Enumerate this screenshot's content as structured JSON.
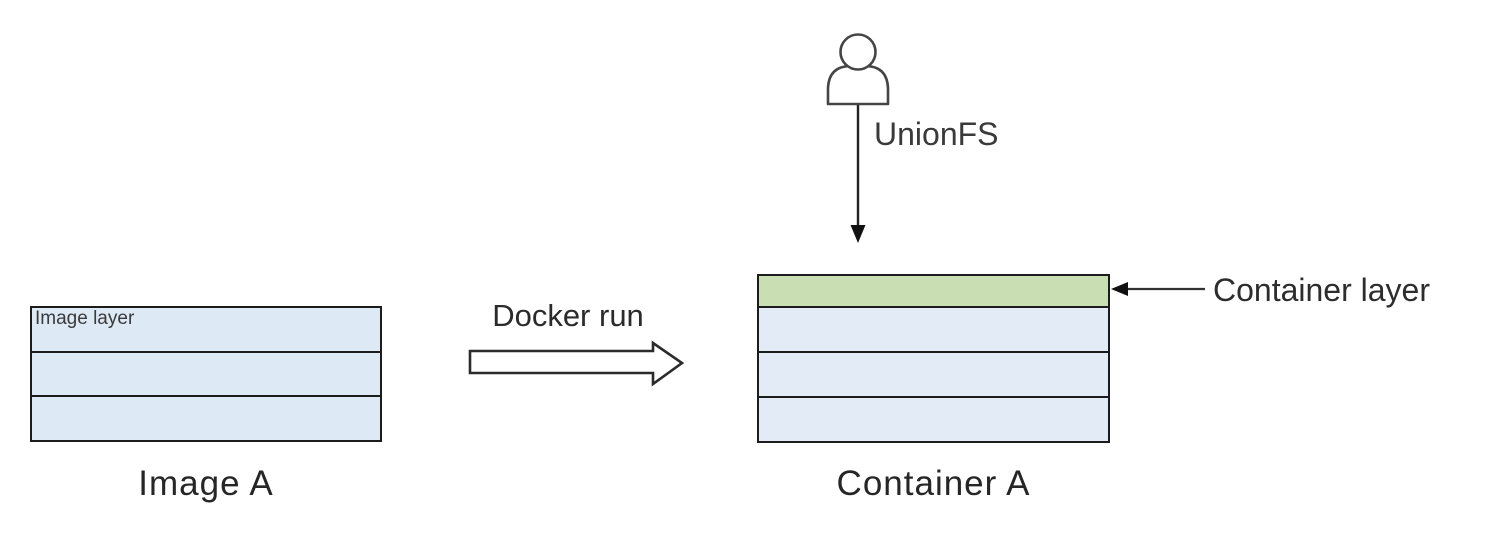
{
  "labels": {
    "unionfs": "UnionFS",
    "docker_run": "Docker run",
    "container_layer": "Container layer"
  },
  "image_stack": {
    "caption": "Image A",
    "layers": [
      {
        "label": "Image layer",
        "fill": "#dde9f5"
      },
      {
        "label": "",
        "fill": "#dde9f5"
      },
      {
        "label": "",
        "fill": "#dde9f5"
      }
    ]
  },
  "container_stack": {
    "caption": "Container A",
    "layers": [
      {
        "label": "",
        "fill": "#c9deb2",
        "role": "container layer"
      },
      {
        "label": "",
        "fill": "#e2ebf6",
        "role": "image layer"
      },
      {
        "label": "",
        "fill": "#e2ebf6",
        "role": "image layer"
      },
      {
        "label": "",
        "fill": "#e2ebf6",
        "role": "image layer"
      }
    ]
  },
  "icons": {
    "user": "user-icon",
    "arrow_down": "arrow-down-icon",
    "block_arrow_right": "block-arrow-right-icon",
    "arrow_left": "arrow-left-icon"
  },
  "colors": {
    "background": "#ffffff",
    "border": "#1c1c1c",
    "image_layer_fill": "#dde9f5",
    "container_layer_fill": "#c9deb2",
    "container_image_layer_fill": "#e2ebf6",
    "text": "#2d2d2d"
  }
}
